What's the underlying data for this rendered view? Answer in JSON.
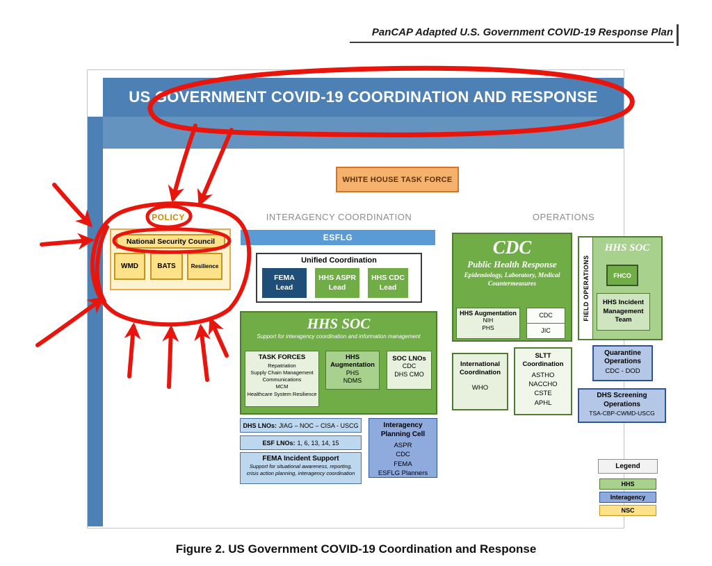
{
  "page": {
    "header_title": "PanCAP Adapted U.S. Government COVID-19 Response Plan",
    "caption": "Figure 2. US Government COVID-19 Coordination and Response"
  },
  "diagram": {
    "title": "US GOVERNMENT COVID-19 COORDINATION AND RESPONSE",
    "white_house_task_force": "WHITE HOUSE TASK FORCE",
    "section_labels": {
      "policy": "POLICY",
      "interagency": "INTERAGENCY COORDINATION",
      "operations": "OPERATIONS"
    },
    "nsc": {
      "title": "National Security Council",
      "items": [
        "WMD",
        "BATS",
        "Resilience"
      ]
    },
    "esflg": "ESFLG",
    "unified_coordination": {
      "title": "Unified Coordination",
      "leads": [
        {
          "org": "FEMA",
          "role": "Lead"
        },
        {
          "org": "HHS ASPR",
          "role": "Lead"
        },
        {
          "org": "HHS CDC",
          "role": "Lead"
        }
      ]
    },
    "hhs_soc": {
      "title": "HHS SOC",
      "subtitle": "Support for interagency coordination and information management",
      "task_forces": {
        "title": "TASK FORCES",
        "items": [
          "Repatriation",
          "Supply Chain Management",
          "Communications",
          "MCM",
          "Healthcare System Resilience"
        ]
      },
      "hhs_augmentation": {
        "title": "HHS Augmentation",
        "items": [
          "PHS",
          "NDMS"
        ]
      },
      "soc_lnos": {
        "title": "SOC LNOs",
        "items": [
          "CDC",
          "DHS CMO"
        ]
      }
    },
    "dhs_lnos": {
      "label": "DHS LNOs:",
      "value": "JIAG – NOC – CISA - USCG"
    },
    "esf_lnos": {
      "label": "ESF LNOs:",
      "value": "1, 6, 13, 14, 15"
    },
    "fema_incident_support": {
      "title": "FEMA Incident Support",
      "subtitle": "Support for situational awareness, reporting, crisis action planning, interagency coordination"
    },
    "interagency_planning_cell": {
      "title": "Interagency Planning Cell",
      "items": [
        "ASPR",
        "CDC",
        "FEMA",
        "ESFLG Planners"
      ]
    },
    "cdc": {
      "title": "CDC",
      "subtitle": "Public Health Response",
      "tagline": "Epidemiology, Laboratory, Medical Countermeasures",
      "hhs_augmentation": {
        "title": "HHS Augmentation",
        "items": [
          "NIH",
          "PHS"
        ]
      },
      "jic": {
        "top": "CDC",
        "bottom": "JIC"
      }
    },
    "international_coordination": {
      "title": "International Coordination",
      "items": [
        "WHO"
      ]
    },
    "sltt_coordination": {
      "title": "SLTT Coordination",
      "items": [
        "ASTHO",
        "NACCHO",
        "CSTE",
        "APHL"
      ]
    },
    "field_operations": {
      "vertical_label": "FIELD OPERATIONS",
      "title": "HHS SOC",
      "fhco": "FHCO",
      "incident_management_team": "HHS Incident Management Team"
    },
    "quarantine_operations": {
      "title": "Quarantine Operations",
      "subtitle": "CDC - DOD"
    },
    "dhs_screening_operations": {
      "title": "DHS Screening Operations",
      "subtitle": "TSA-CBP-CWMD-USCG"
    },
    "legend": {
      "title": "Legend",
      "items": [
        {
          "label": "HHS",
          "color": "#a9d18e"
        },
        {
          "label": "Interagency",
          "color": "#8faadc"
        },
        {
          "label": "NSC",
          "color": "#fde28a"
        }
      ]
    }
  },
  "colors": {
    "banner_blue": "#4d80b4",
    "banner_blue_light": "#6493c0",
    "hhs_green": "#70ad47",
    "hhs_green_light": "#e7f1de",
    "interagency_blue": "#bdd7ee",
    "interagency_blue_medium": "#8faadc",
    "nsc_yellow": "#fde28a",
    "task_force_orange": "#f5b26f",
    "annotation_red": "#e8150d"
  }
}
